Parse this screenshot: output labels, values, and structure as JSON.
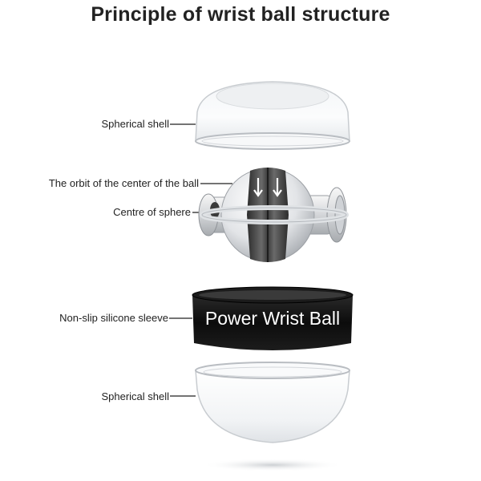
{
  "title": "Principle of wrist ball structure",
  "labels": {
    "spherical_shell_top": "Spherical shell",
    "orbit": "The orbit of the center of the ball",
    "centre": "Centre of sphere",
    "sleeve": "Non-slip silicone sleeve",
    "spherical_shell_bottom": "Spherical shell"
  },
  "sleeve_print": "Power Wrist Ball",
  "colors": {
    "sleeve": "#111111",
    "rotor_band": "#4a4a4a",
    "shell_outline": "#c8ccd0"
  }
}
